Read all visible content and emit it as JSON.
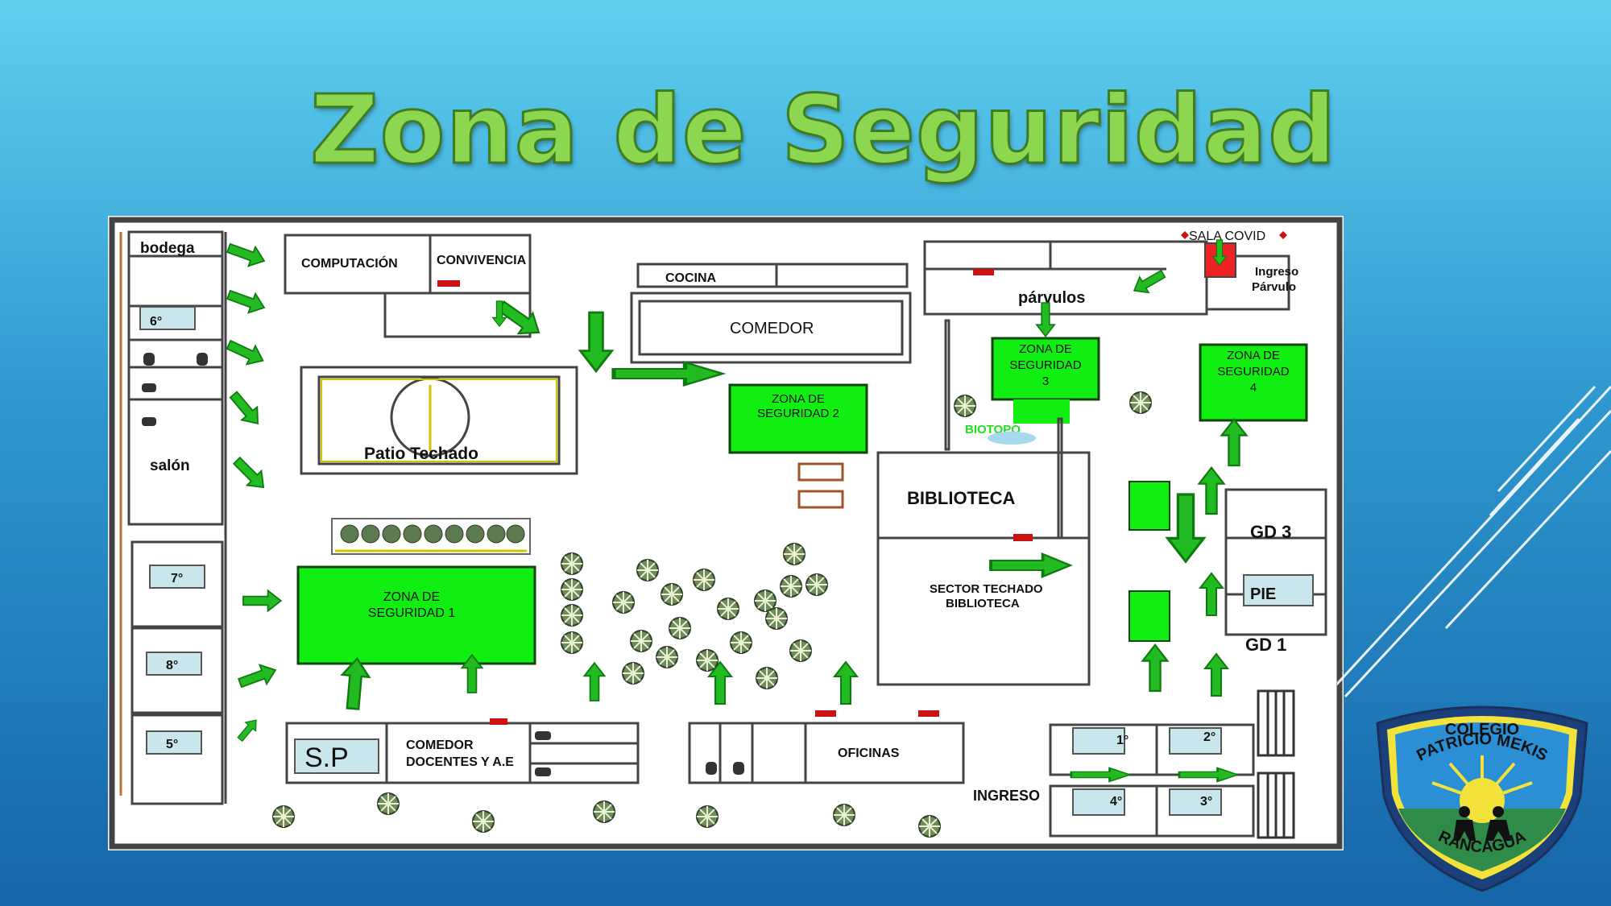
{
  "title": "Zona de Seguridad",
  "rooms": {
    "bodega": "bodega",
    "computacion": "COMPUTACIÓN",
    "convivencia": "CONVIVENCIA",
    "cocina": "COCINA",
    "comedor": "COMEDOR",
    "sala_covid": "SALA COVID",
    "ingreso_parvulo_1": "Ingreso",
    "ingreso_parvulo_2": "Párvulo",
    "parvulos": "párvulos",
    "grade_6": "6°",
    "salon": "salón",
    "patio_techado": "Patio Techado",
    "biotopo": "BIOTOPO",
    "biblioteca": "BIBLIOTECA",
    "sector_techado_1": "SECTOR TECHADO",
    "sector_techado_2": "BIBLIOTECA",
    "grade_7": "7°",
    "grade_8": "8°",
    "grade_5": "5°",
    "gd3": "GD 3",
    "pie": "PIE",
    "gd1": "GD 1",
    "sp": "S.P",
    "comedor_docentes_1": "COMEDOR",
    "comedor_docentes_2": "DOCENTES Y A.E",
    "oficinas": "OFICINAS",
    "ingreso": "INGRESO",
    "grade_1": "1°",
    "grade_2": "2°",
    "grade_3": "3°",
    "grade_4": "4°"
  },
  "zones": {
    "z1_line1": "ZONA DE",
    "z1_line2": "SEGURIDAD 1",
    "z2_line1": "ZONA DE",
    "z2_line2": "SEGURIDAD 2",
    "z3_line1": "ZONA DE",
    "z3_line2": "SEGURIDAD",
    "z3_line3": "3",
    "z4_line1": "ZONA DE",
    "z4_line2": "SEGURIDAD",
    "z4_line3": "4"
  },
  "crest": {
    "line1": "COLEGIO",
    "line2": "PATRICIO MEKIS",
    "line3": "RANCAGUA"
  },
  "colors": {
    "zone_green": "#11ee11",
    "arrow_green": "#22bb22",
    "title_green": "#8cd650",
    "covid_red": "#ee2222",
    "door_red": "#cc1111"
  }
}
